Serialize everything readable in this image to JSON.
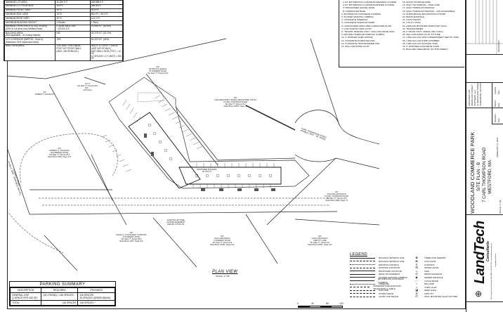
{
  "zoning_table": {
    "rows": [
      {
        "item": "MINIMUM LOT AREA",
        "required": "40,000 S.F.",
        "provided": "185,958 S.F."
      },
      {
        "item": "MINIMUM LOT FRONTAGE",
        "required": "200 Ft.",
        "provided": "288.55 Ft."
      },
      {
        "item": "MINIMUM FRONT YARD",
        "required": "30 Ft.",
        "provided": "92.5 Ft."
      },
      {
        "item": "MINIMUM SIDE YARD",
        "required": "15 Ft.",
        "provided": "58.6 Ft. / 45.0 Ft."
      },
      {
        "item": "MINIMUM REAR YARD",
        "required": "30 Ft.",
        "provided": "144.2 Ft."
      },
      {
        "item": "MAXIMUM BUILDING HEIGHT",
        "required": "4 Stories",
        "provided": "1 Story"
      },
      {
        "item": "MINIMUM OPEN SPACE [0.30(TLA-WD)]\n(30% of Lot Area Less Wetland Area)",
        "required": "0.3(185,958-5,100)\n= 54,200 S.F.",
        "provided": "91,546 S.F. (50.5%)"
      },
      {
        "item": "BUILDING AREA\n(Not Applicable - IA Zoning District)",
        "required": "N/A",
        "provided": "26,176 S.F. (14.1%)"
      },
      {
        "item": "LOT COVERAGE (WRPOD - Zone II)\n(Maximum 15% Impervious Area)",
        "required": "15%",
        "provided": "81,322 S.F. (44%)"
      },
      {
        "item": "WALL SIGN AREA",
        "required": "1 SF MAX. PER LINEAL\nFOOT OF FRONT WALL\n(MAX. 340 SF/BLDG.)",
        "provided": "408 LF x 1 SF/LF = 408 SF\n(USE 340 SF MAX.)\nUNIT WALL SIGN (TYP.) = 12 SF\n12 SF/UNIT x 17 UNITS = 204 SF"
      }
    ]
  },
  "notes": {
    "col1": [
      "- 1-1/2\" BITUMINOUS CONCRETE WEARING COURSE",
      "- 2-1/2\" BITUMINOUS CONCRETE BINDER COURSE",
      "- 3\" PROCESSED GRAVEL BASE",
      "- 8\" COMPACTED BASE",
      "2. BITUMINOUS CONCRETE CURBING",
      "3. SLOPED GRANITE CURBING",
      "4. CONCRETE SIDEWALK",
      "5. CONCRETE HANDICAP RAMP",
      "6. LANDSCAPED AREA (SEE LANDSCAPE PLAN)",
      "7. LOW SODIUM YARD LIGHT",
      "8. \"TENANT PARKING ONLY\" WALL MOUNTED SIGN",
      "9. PAINTED HANDICAP PARKING SYMBOL",
      "10. 4\" PAINTED LINES (WHITE)",
      "11. CONCRETE DUMPSTER PAD",
      "12. CONCRETE TRANSFORMER PAD",
      "13. WALL MOUNTED LIGHT"
    ],
    "col2": [
      "15. SNOW STORAGE AREA",
      "16. SIGN \"NO PARKING - FIRE LANE\"",
      "17. SIGN \"HANDICAP PARKING\"",
      "18. SIGN \"HANDICAP PARKING - VAN ACCESSIBLE\"",
      "19. SUBSURFACE INFILTRATION SYSTEM",
      "20. DRAIN MANHOLE",
      "21. CATCH BASIN",
      "22. UTILITY POLE",
      "23. GROUND MOUNTED DIRECTORY SIGN",
      "24. TRANSFORMER",
      "25. 6' WHITE VINYL FENCE (400' LONG)",
      "26. WALL MOUNTED LIGHT FIXTURE",
      "27. 2,500 GALLON TWO-COMPARTMENT SEPTIC TANK",
      "28. 1,500 GALLON PUMP CHAMBER",
      "29. 1,000 GALLON HOLDING TANK",
      "30. 6\" EXPOSED CONCRETE CURB",
      "31. BOLLARD (SEE DETAIL ON THIS SHEET)"
    ]
  },
  "title_block": {
    "revisions_label": "REVISIONS",
    "prepared_for_label": "PREPARED FOR:",
    "prepared_for_lines": [
      "WOODLAND STREET",
      "PARTNERS, LLC",
      "13 WOODLAND STREET",
      "TEWKSBURY, MA 01876"
    ],
    "checked_label": "CHECK",
    "checked_value": "M.K.",
    "drafted_label": "DRAFT",
    "drafted_value": "M.K.",
    "design_label": "DESIGN",
    "design_value": "M.K.",
    "project_title": "WOODLAND COMMERCE PARK",
    "sheet_title": "SITE PLAN - B",
    "address_line1": "7 CARL THOMPSON ROAD",
    "address_line2": "WESTFORD, MA",
    "date": "FEBRUARY 11, 2024",
    "scale": "SCALE: 1\"=40'",
    "firm_name": "LandTech",
    "firm_sub": "Consultants",
    "firm_address": "515 Groton Road | Westford, MA 01886 | 978.692.6100 | www.landtechconsult.com",
    "copyright": "Copyright LandTech"
  },
  "parking_summary": {
    "title": "PARKING SUMMARY",
    "headers": [
      "DESCRIPTION",
      "REQUIRED",
      "PROVIDED"
    ],
    "rows": [
      {
        "description": "GENERAL USE\n(1 SPACE PER 180 SF)",
        "required": "(26,176/180) = 146 SPACES",
        "provided": "116 SPACES\n30 SPACES (GREEN BANK)"
      },
      {
        "description": "TOTAL",
        "required": "146 SPACES",
        "provided": "146 SPACES *"
      }
    ]
  },
  "plan": {
    "title": "PLAN VIEW",
    "scale": "SCALE: 1\"=40'",
    "scale_bar_ticks": [
      "0",
      "40",
      "80",
      "120"
    ],
    "labels": {
      "lot2": "LOT 2\nTax Map 77, Parcel 29-0\nN/F ...\n4.05 Acres",
      "shiels": "N/F\nPATRICK W SHIELS\n37 FORREST ROAD\nTax Map 77, Parcel 28-0",
      "mcgrath": "N/F\nROBERT H. MCGRATH\n39 FORREST ROAD\nTax Map 77, Parcel 28-0\nDeed Book 8382, Page 174",
      "marianne": "N/F\nTHE MARIANNE P SHIELS REVOCABLE TRUST\n3 CARL THOMPSON ROAD\nTax Map 77, Parcel 13-0\nDeed Book 29370, Page 14",
      "corsoro": "N/F\nCRAIG A. & KATHLEEN CORSORO\n25 FORREST ROAD\nTax Map 77, Parcel 30-0\nDeed Book 2407, Page 143",
      "nakoshan1": "N/F\nALDA NAKOSHAN\n5 FORREST ROAD\nTax Map 77, Parcel 8-0\nDeed Book 10091, Page 114",
      "nakoshan2": "N/F\nALDA NAKOSHAN\n9 BETTY LANE\nTax Map 77, Parcel 9-0\nDeed Book 10091, Page 114",
      "nakoshan3": "N/F\nPAULINE NAKOSHAN\n6 CARL THOMPSON ROAD\nTax Map 77, Parcel 10-0\nDeed Book 8069, Page 71",
      "carl_thompson": "CARL THOMPSON ROAD\n(PUBLIC WAY - 40' WIDE)",
      "forrest_road": "FORREST ROAD\n(PUBLIC WAY - VARIABLE WIDTH)",
      "existing_easement": "EXISTING 40' WIDE\nACCESS EASEMENT\nPER BK 1,93 PG 81",
      "proposed_building": "PROPOSED BUILDING\n26,176 S.F."
    }
  },
  "legend": {
    "title": "LEGEND",
    "lines": [
      {
        "style": "solid",
        "label": "BUILDING SETBACK LINE"
      },
      {
        "style": "dash",
        "label": "BUILDING SETBACK LINE"
      },
      {
        "style": "dot",
        "label": "EROSION CONTROL"
      },
      {
        "style": "dash",
        "label": "EXISTING CONTOUR"
      },
      {
        "style": "thick",
        "label": "PROPOSED CONTOUR"
      },
      {
        "style": "solid",
        "label": "EDGE OF PAVEMENT"
      },
      {
        "style": "solid",
        "label": "SLOPED GRANITE CURBING"
      },
      {
        "style": "solid",
        "label": "BITUMINOUS CONCRETE CURBING"
      },
      {
        "style": "dot",
        "label": "TREELINE"
      },
      {
        "style": "dash",
        "label": "UNDERGROUND ELECTRIC, TELEPHONE & CABLE"
      },
      {
        "style": "dash",
        "label": "GAS LINE"
      },
      {
        "style": "dash",
        "label": "STORM DRAIN"
      },
      {
        "style": "dash",
        "label": "CHAIN LINK FENCE"
      }
    ],
    "symbols": [
      {
        "glyph": "✿",
        "label": "TREES AND SHRUBS"
      },
      {
        "glyph": "⊠",
        "label": "GAS VALVE"
      },
      {
        "glyph": "⚲",
        "label": "HYDRANT"
      },
      {
        "glyph": "⊞",
        "label": "WATER VALVE"
      },
      {
        "glyph": "⊥",
        "label": "SIGN"
      },
      {
        "glyph": "◎",
        "label": "DRAIN MANHOLE"
      },
      {
        "glyph": "◉",
        "label": "SEWER MANHOLE"
      },
      {
        "glyph": "□",
        "label": "CATCH BASIN"
      },
      {
        "glyph": "•",
        "label": "BOLLARD"
      },
      {
        "glyph": "☼",
        "label": "YARD LIGHT"
      },
      {
        "glyph": "◪",
        "label": "DEEP HOLE"
      },
      {
        "glyph": "⊕",
        "label": "TEST PIT"
      },
      {
        "glyph": "⊡",
        "label": "WALL MOUNTED LIGHT FIXTURE"
      }
    ]
  }
}
